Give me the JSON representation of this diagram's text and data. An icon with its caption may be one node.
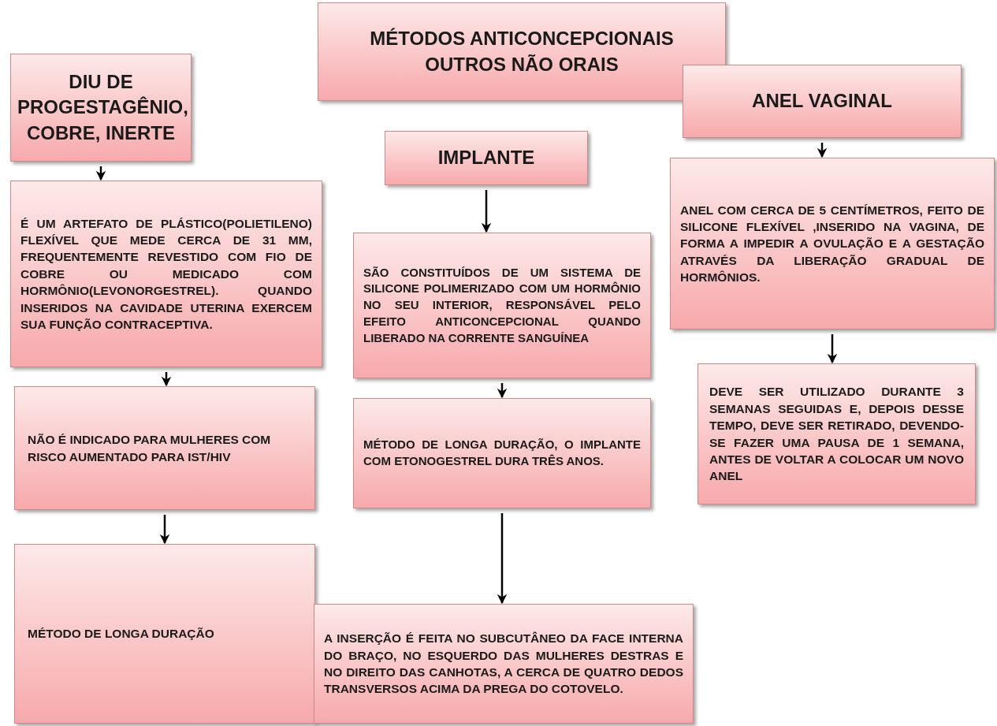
{
  "diagram": {
    "nodes": [
      {
        "text": [
          "MÉTODOS ANTICONCEPCIONAIS OUTROS NÃO ORAIS"
        ]
      },
      {
        "text": [
          "DIU DE PROGESTAGÊNIO, COBRE, INERTE"
        ]
      },
      {
        "text": [
          "É UM ARTEFATO DE PLÁSTICO(POLIETILENO) FLEXÍVEL QUE MEDE CERCA DE 31 MM, FREQUENTEMENTE REVESTIDO COM FIO DE COBRE OU MEDICADO COM HORMÔNIO(LEVONORGESTREL). QUANDO INSERIDOS NA CAVIDADE UTERINA EXERCEM SUA FUNÇÃO CONTRACEPTIVA."
        ]
      },
      {
        "text": [
          "NÃO É INDICADO PARA MULHERES COM RISCO AUMENTADO PARA IST/HIV"
        ]
      },
      {
        "text": [
          "MÉTODO DE LONGA DURAÇÃO"
        ]
      },
      {
        "text": [
          "IMPLANTE"
        ]
      },
      {
        "text": [
          "SÃO CONSTITUÍDOS DE UM SISTEMA DE SILICONE POLIMERIZADO COM UM HORMÔNIO NO SEU INTERIOR, RESPONSÁVEL PELO EFEITO ANTICONCEPCIONAL QUANDO LIBERADO NA CORRENTE SANGUÍNEA"
        ]
      },
      {
        "text": [
          "MÉTODO DE LONGA DURAÇÃO, O IMPLANTE COM ETONOGESTREL DURA TRÊS ANOS."
        ]
      },
      {
        "text": [
          "A INSERÇÃO É FEITA NO SUBCUTÂNEO DA FACE INTERNA DO BRAÇO, NO ESQUERDO DAS MULHERES DESTRAS E NO DIREITO DAS CANHOTAS, A CERCA DE QUATRO DEDOS TRANSVERSOS ACIMA DA PREGA DO COTOVELO."
        ]
      },
      {
        "text": [
          "ANEL VAGINAL"
        ]
      },
      {
        "text": [
          "ANEL COM CERCA DE 5 CENTÍMETROS, FEITO DE SILICONE FLEXÍVEL ,INSERIDO NA VAGINA, DE FORMA A IMPEDIR A OVULAÇÃO E A GESTAÇÃO ATRAVÉS DA LIBERAÇÃO GRADUAL DE HORMÔNIOS."
        ]
      },
      {
        "text": [
          "DEVE SER UTILIZADO DURANTE 3 SEMANAS SEGUIDAS E, DEPOIS DESSE TEMPO, DEVE SER RETIRADO, DEVENDO-SE FAZER UMA PAUSA DE 1 SEMANA, ANTES DE VOLTAR A COLOCAR UM NOVO ANEL"
        ]
      }
    ],
    "edges": [
      {
        "from": 1,
        "to": 2,
        "arrow": "to"
      },
      {
        "from": 2,
        "to": 3,
        "arrow": "to"
      },
      {
        "from": 3,
        "to": 4,
        "arrow": "to"
      },
      {
        "from": 5,
        "to": 6,
        "arrow": "to"
      },
      {
        "from": 6,
        "to": 7,
        "arrow": "to"
      },
      {
        "from": 7,
        "to": 8,
        "arrow": "to"
      },
      {
        "from": 9,
        "to": 10,
        "arrow": "to"
      },
      {
        "from": 10,
        "to": 11,
        "arrow": "to"
      }
    ]
  }
}
